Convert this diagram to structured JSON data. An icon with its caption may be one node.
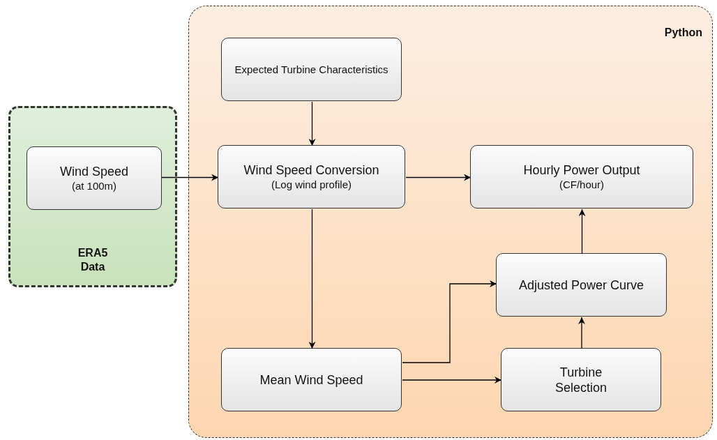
{
  "diagram": {
    "nodes": [
      {
        "text": [
          "Python"
        ]
      },
      {
        "text": [
          "ERA5 Data"
        ]
      },
      {
        "text": [
          "Wind Speed",
          "(at 100m)"
        ],
        "in": 1
      },
      {
        "text": [
          "Expected Turbine Characteristics"
        ],
        "in": 0
      },
      {
        "text": [
          "Wind Speed Conversion",
          "(Log wind profile)"
        ],
        "in": 0
      },
      {
        "text": [
          "Hourly Power Output",
          "(CF/hour)"
        ],
        "in": 0
      },
      {
        "text": [
          "Adjusted Power Curve"
        ],
        "in": 0
      },
      {
        "text": [
          "Mean Wind Speed"
        ],
        "in": 0
      },
      {
        "text": [
          "Turbine Selection"
        ],
        "in": 0
      }
    ],
    "edges": [
      {
        "from": 2,
        "to": 4,
        "arrow": "to"
      },
      {
        "from": 3,
        "to": 4,
        "arrow": "to"
      },
      {
        "from": 4,
        "to": 5,
        "arrow": "to"
      },
      {
        "from": 4,
        "to": 7,
        "arrow": "to"
      },
      {
        "from": 7,
        "to": 6,
        "arrow": "to"
      },
      {
        "from": 7,
        "to": 8,
        "arrow": "to"
      },
      {
        "from": 8,
        "to": 6,
        "arrow": "to"
      },
      {
        "from": 6,
        "to": 5,
        "arrow": "to"
      }
    ]
  }
}
